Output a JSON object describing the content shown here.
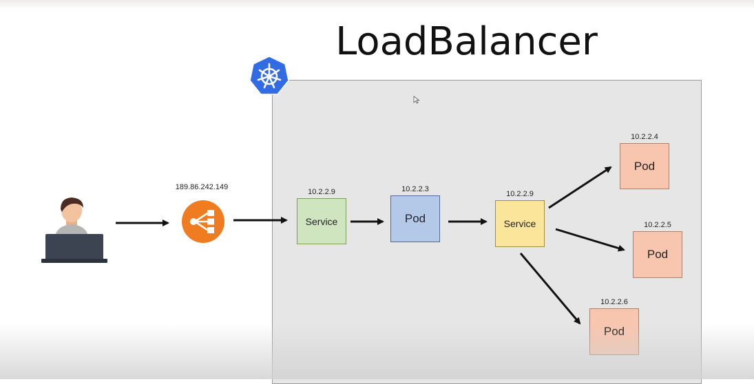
{
  "title": "LoadBalancer",
  "load_balancer": {
    "ip": "189.86.242.149"
  },
  "service_front": {
    "label": "Service",
    "ip": "10.2.2.9"
  },
  "pod_middle": {
    "label": "Pod",
    "ip": "10.2.2.3"
  },
  "service_back": {
    "label": "Service",
    "ip": "10.2.2.9"
  },
  "pods": [
    {
      "label": "Pod",
      "ip": "10.2.2.4"
    },
    {
      "label": "Pod",
      "ip": "10.2.2.5"
    },
    {
      "label": "Pod",
      "ip": "10.2.2.6"
    }
  ],
  "colors": {
    "k8s_blue": "#326ce5",
    "lb_orange": "#f07c22",
    "service_green": "#cfe5bf",
    "pod_blue": "#b4c8e8",
    "service_yellow": "#fbe59a",
    "pod_orange": "#f8c6ae",
    "cluster_bg": "#e6e6e6"
  },
  "icons": [
    "user-at-laptop-icon",
    "load-balancer-icon",
    "kubernetes-logo-icon",
    "mouse-cursor-icon"
  ]
}
